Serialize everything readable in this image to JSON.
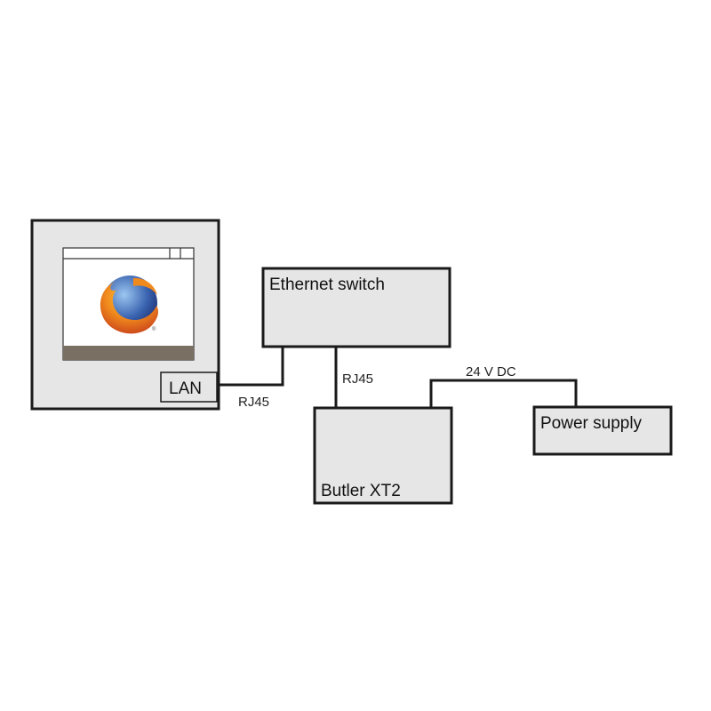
{
  "diagram": {
    "nodes": {
      "computer": {
        "port_label": "LAN",
        "icon": "firefox-browser-icon"
      },
      "switch": {
        "label": "Ethernet switch"
      },
      "butler": {
        "label": "Butler XT2"
      },
      "power": {
        "label": "Power supply"
      }
    },
    "edges": [
      {
        "from": "computer",
        "to": "switch",
        "label": "RJ45"
      },
      {
        "from": "switch",
        "to": "butler",
        "label": "RJ45"
      },
      {
        "from": "butler",
        "to": "power",
        "label": "24 V DC"
      }
    ]
  },
  "colors": {
    "box_fill": "#e6e6e6",
    "stroke": "#1a1a1a",
    "taskbar": "#7a6f63",
    "firefox_orange": "#e8731d",
    "firefox_globe": "#3a64b0"
  }
}
